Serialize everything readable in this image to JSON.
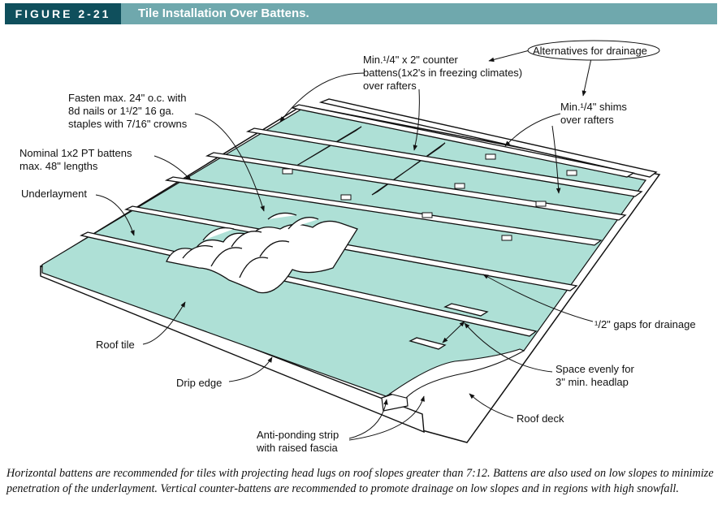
{
  "figure": {
    "number_label": "FIGURE 2-21",
    "title": "Tile Installation Over Battens."
  },
  "colors": {
    "title_bar": "#6fa8ad",
    "figure_label_bg": "#0f4f5c",
    "underlayment": "#aee0d6",
    "wood": "#ffffff",
    "line": "#111111"
  },
  "labels": {
    "counter_battens": [
      "Min.¹/4\" x 2\" counter",
      "battens(1x2's in freezing climates)",
      "over rafters"
    ],
    "alternatives": "Alternatives for drainage",
    "shims": [
      "Min.¹/4\" shims",
      "over rafters"
    ],
    "fasten": [
      "Fasten max. 24\" o.c. with",
      "8d nails or 1¹/2\" 16 ga.",
      "staples with 7/16\" crowns"
    ],
    "battens": [
      "Nominal 1x2 PT battens",
      "max. 48\" lengths"
    ],
    "underlayment": "Underlayment",
    "gaps": "¹/2\" gaps for drainage",
    "roof_tile": "Roof tile",
    "space_evenly": [
      "Space evenly for",
      "3\" min. headlap"
    ],
    "drip_edge": "Drip edge",
    "roof_deck": "Roof deck",
    "anti_ponding": [
      "Anti-ponding strip",
      "with raised fascia"
    ]
  },
  "caption": "Horizontal battens are recommended for tiles with projecting head lugs on roof slopes greater than 7:12. Battens are also used on low slopes to minimize penetration of the underlayment. Vertical counter-battens are recommended to promote drainage on low slopes and in regions with high snowfall."
}
